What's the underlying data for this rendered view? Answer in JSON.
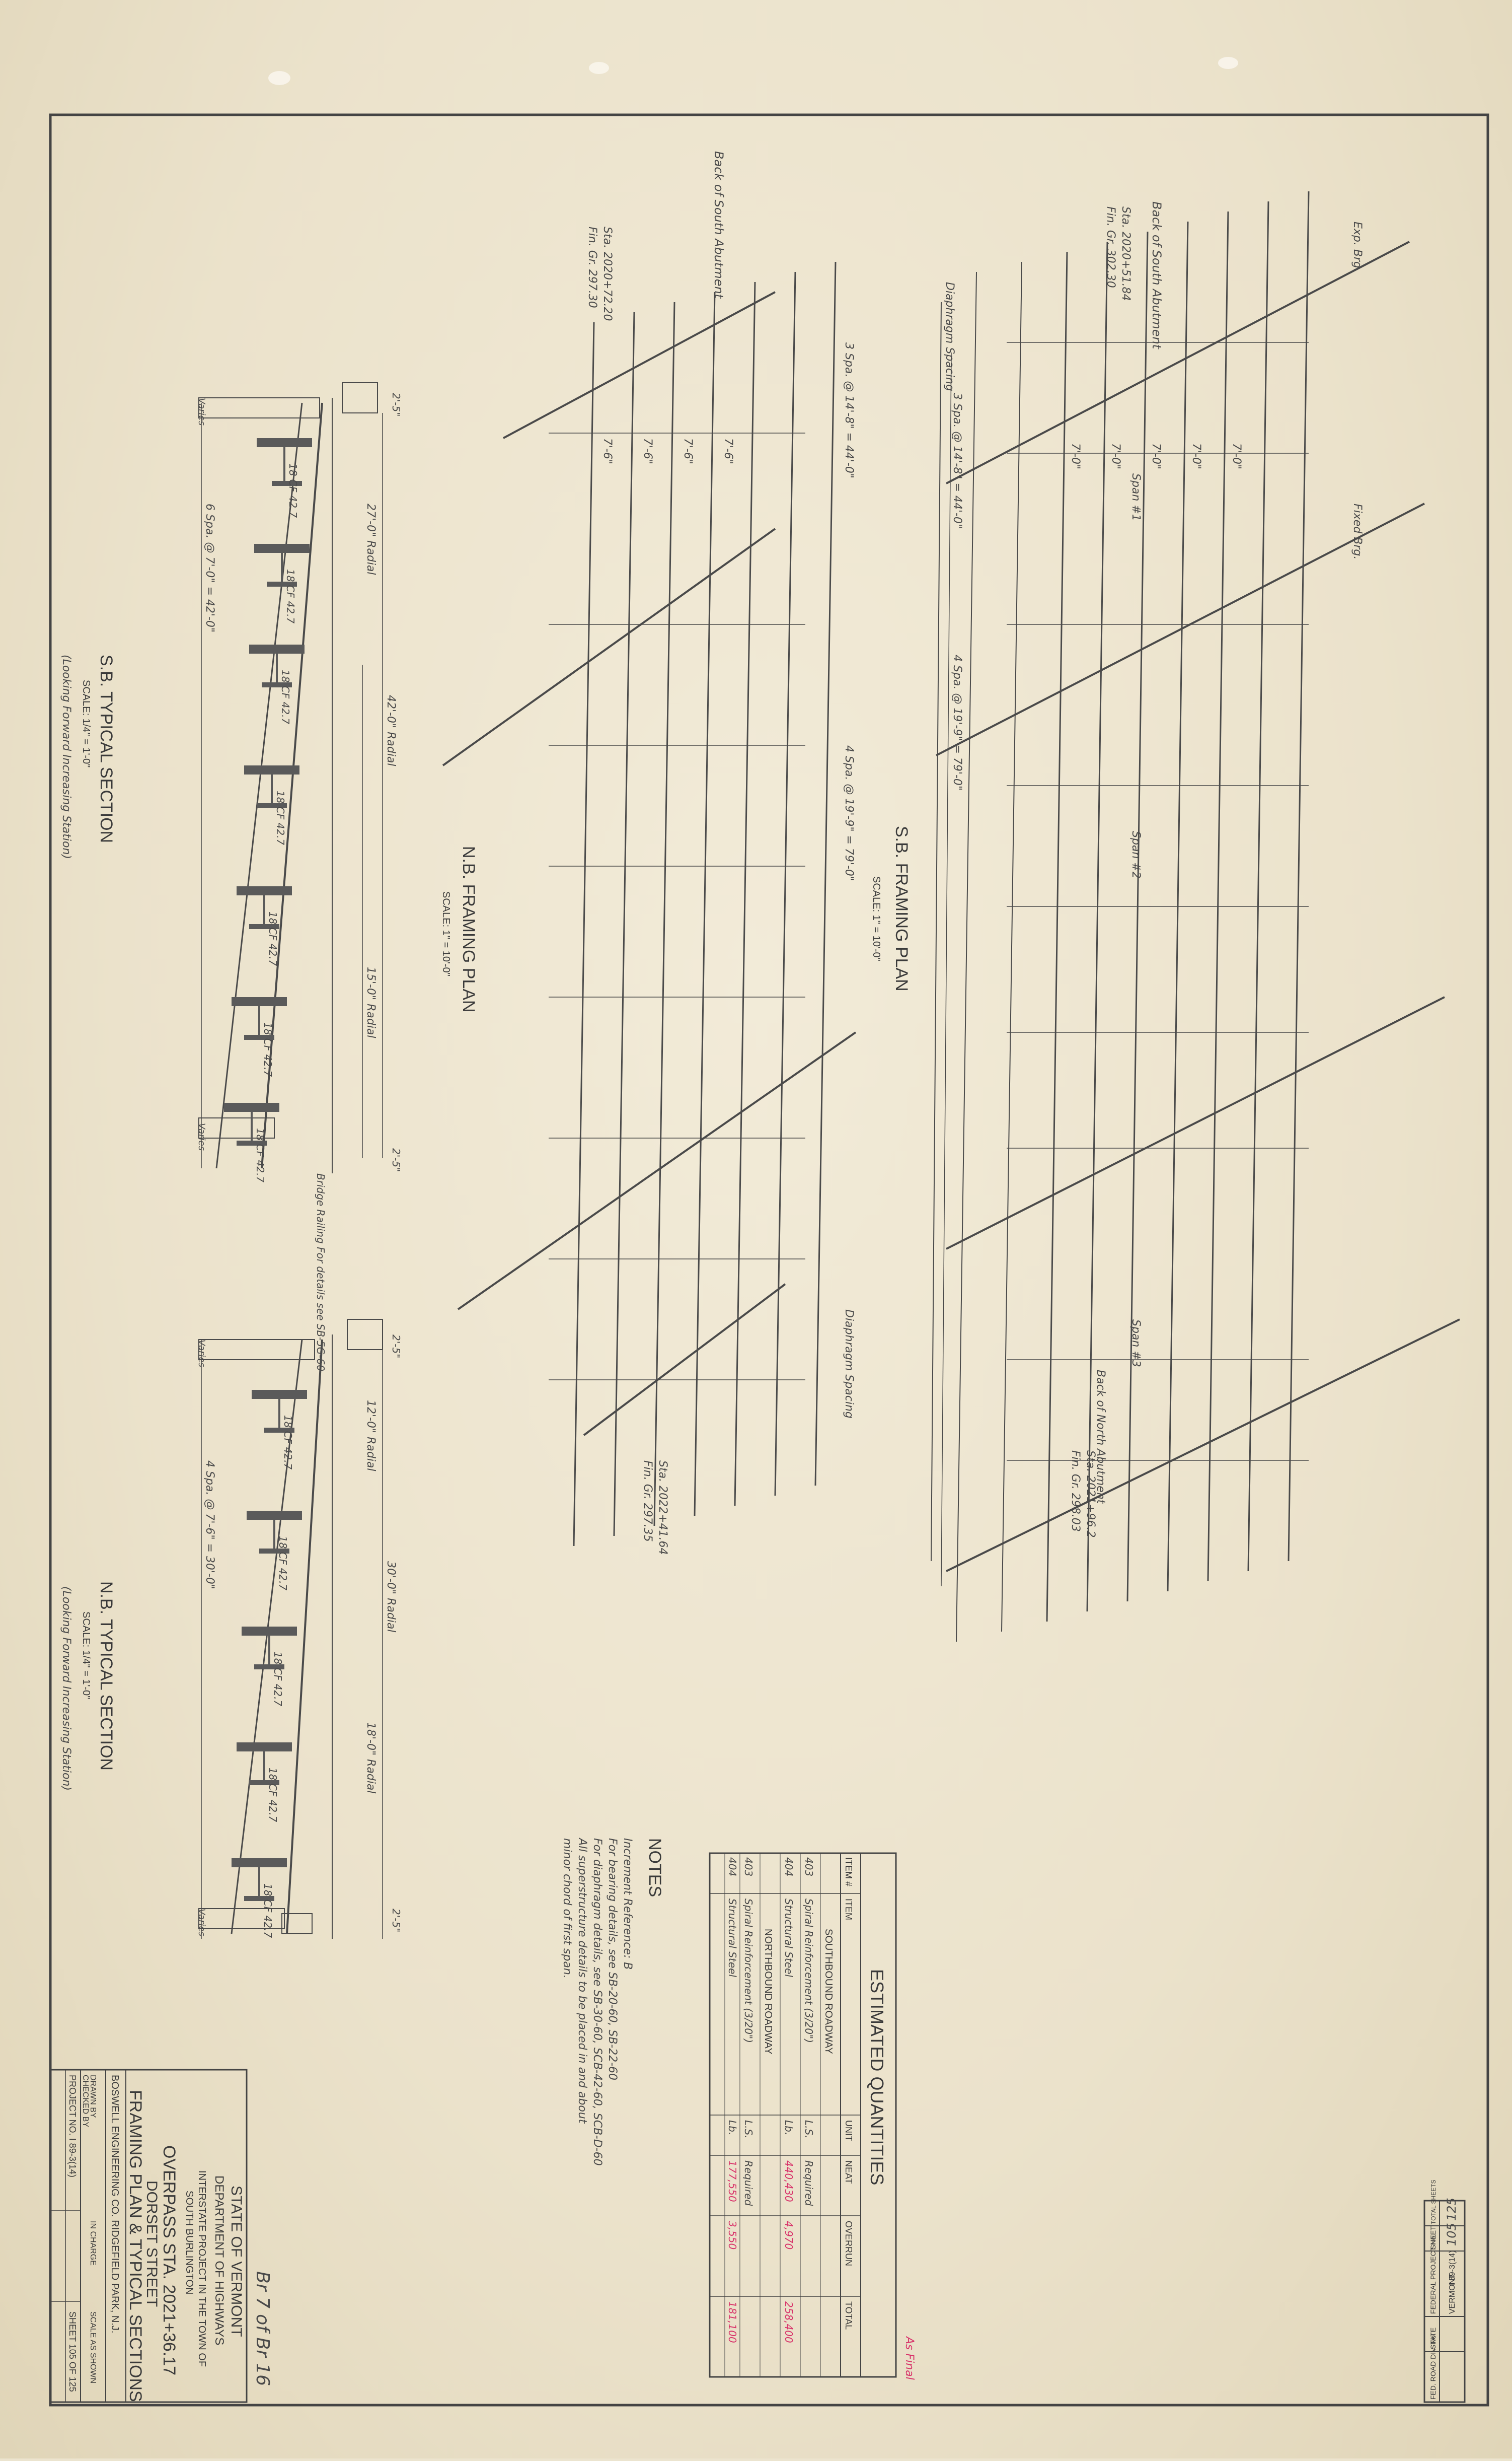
{
  "header": {
    "fed_road_div_label": "FED. ROAD DIV. No.",
    "state_label": "STATE",
    "project_label": "FEDERAL PROJECT No.",
    "sheet_label": "SHEET",
    "total_sheets_label": "TOTAL SHEETS",
    "state": "VERMONT",
    "project": "I 89-3(14)",
    "sheet": "105",
    "total_sheets": "125"
  },
  "sb_plan": {
    "title": "S.B. FRAMING PLAN",
    "scale": "SCALE: 1\" = 10'-0\"",
    "notes": [
      "Back of South Abutment",
      "Sta. 2020+51.84",
      "Fin. Gr. 302.30",
      "4 Spa. @ 19'-9\" = 79'-0\"",
      "3 Spa. @ 14'-8\" = 44'-0\"",
      "Diaphragm Spacing",
      "Exp. Brg.",
      "Fixed Brg.",
      "Sta. 2021+96.2",
      "Fin. Gr. 298.03",
      "Back of North Abutment"
    ],
    "spacings": [
      "7'-0\"",
      "7'-0\"",
      "7'-0\"",
      "7'-0\"",
      "7'-0\""
    ],
    "spans": [
      "Span #1",
      "Span #2",
      "Span #3"
    ]
  },
  "nb_plan": {
    "title": "N.B. FRAMING PLAN",
    "scale": "SCALE: 1\" = 10'-0\"",
    "notes": [
      "Back of South Abutment",
      "Sta. 2020+72.20",
      "Fin. Gr. 297.30",
      "3 Spa. @ 14'-8\" = 44'-0\"",
      "4 Spa. @ 19'-9\" = 79'-0\"",
      "Sta. 2022+41.64",
      "Fin. Gr. 297.35",
      "Diaphragm Spacing"
    ],
    "spacings": [
      "7'-6\"",
      "7'-6\"",
      "7'-6\"",
      "7'-6\""
    ]
  },
  "sb_section": {
    "title": "S.B. TYPICAL SECTION",
    "scale": "SCALE: 1/4\" = 1'-0\"",
    "subtitle": "(Looking Forward Increasing Station)",
    "beams": [
      "18 CF 42.7",
      "18 CF 42.7",
      "18 CF 42.7",
      "18 CF 42.7",
      "18 CF 42.7",
      "18 CF 42.7",
      "18 CF 42.7"
    ],
    "dims": [
      "42'-0\" Radial",
      "27'-0\" Radial",
      "15'-0\" Radial",
      "6 Spa. @ 7'-0\" = 42'-0\"",
      "2'-5\"",
      "2'-5\""
    ],
    "labels": [
      "Bridge Railing For details see SB-5G-60",
      "Varies",
      "Varies"
    ]
  },
  "nb_section": {
    "title": "N.B. TYPICAL SECTION",
    "scale": "SCALE: 1/4\" = 1'-0\"",
    "subtitle": "(Looking Forward Increasing Station)",
    "beams": [
      "18 CF 42.7",
      "18 CF 42.7",
      "18 CF 42.7",
      "18 CF 42.7",
      "18 CF 42.7"
    ],
    "dims": [
      "30'-0\" Radial",
      "12'-0\" Radial",
      "18'-0\" Radial",
      "4 Spa. @ 7'-6\" = 30'-0\"",
      "2'-5\"",
      "2'-5\""
    ],
    "labels": [
      "Varies",
      "Varies"
    ]
  },
  "quantities": {
    "title": "ESTIMATED QUANTITIES",
    "headers": [
      "ITEM #",
      "ITEM",
      "UNIT",
      "NEAT",
      "OVERRUN",
      "TOTAL"
    ],
    "groups": [
      {
        "name": "SOUTHBOUND ROADWAY",
        "rows": [
          {
            "item_no": "403",
            "item": "Spiral Reinforcement (3/20\")",
            "unit": "L.S.",
            "neat": "Required",
            "overrun": "",
            "total": ""
          },
          {
            "item_no": "404",
            "item": "Structural Steel",
            "unit": "Lb.",
            "neat": "440,430",
            "overrun": "4,970",
            "total": "258,400"
          }
        ]
      },
      {
        "name": "NORTHBOUND ROADWAY",
        "rows": [
          {
            "item_no": "403",
            "item": "Spiral Reinforcement (3/20\")",
            "unit": "L.S.",
            "neat": "Required",
            "overrun": "",
            "total": ""
          },
          {
            "item_no": "404",
            "item": "Structural Steel",
            "unit": "Lb.",
            "neat": "177,550",
            "overrun": "3,550",
            "total": "181,100"
          }
        ]
      }
    ],
    "annotation": "As Final"
  },
  "notes": {
    "title": "NOTES",
    "lines": [
      "Increment Reference: B",
      "For bearing details, see SB-20-60, SB-22-60",
      "For diaphragm details, see SB-30-60, SCB-42-60, SCB-D-60",
      "All superstructure details to be placed in and about",
      "minor chord of first span."
    ]
  },
  "title_block": {
    "sheet_ref": "Br 7 of Br 16",
    "state": "STATE OF VERMONT",
    "department": "DEPARTMENT OF HIGHWAYS",
    "project_line": "INTERSTATE PROJECT IN THE TOWN OF",
    "town": "SOUTH BURLINGTON",
    "overpass": "OVERPASS STA. 2021+36.17",
    "street": "DORSET STREET",
    "drawing_title": "FRAMING PLAN & TYPICAL SECTIONS",
    "engineer": "BOSWELL ENGINEERING CO.   RIDGEFIELD PARK, N.J.",
    "drawn_by": "DRAWN BY",
    "checked_by": "CHECKED BY",
    "in_charge": "IN CHARGE",
    "scale_note": "SCALE AS SHOWN",
    "project_no": "PROJECT NO. I 89-3(14)",
    "sheet_of": "SHEET 105 OF 125"
  }
}
